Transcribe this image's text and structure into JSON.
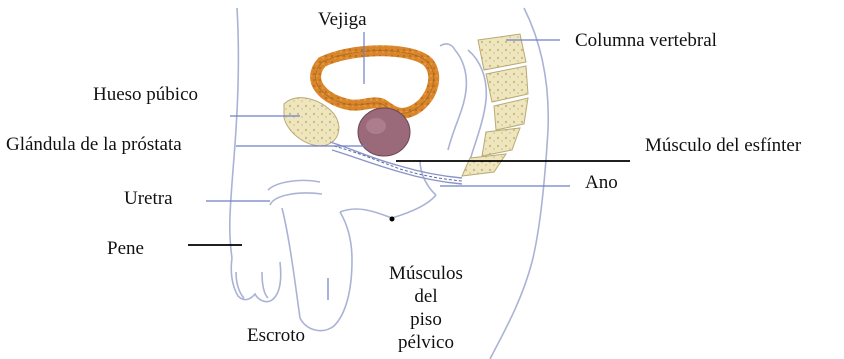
{
  "labels": {
    "bladder": "Vejiga",
    "spine": "Columna vertebral",
    "pubic_bone": "Hueso púbico",
    "prostate": "Glándula de la próstata",
    "sphincter": "Músculo del esfínter",
    "anus": "Ano",
    "urethra": "Uretra",
    "penis": "Pene",
    "pelvic_floor": [
      "Músculos",
      "del",
      "piso",
      "pélvico"
    ],
    "scrotum": "Escroto"
  },
  "colors": {
    "outline": "#aab3d6",
    "leader": "#6f7fc8",
    "bladder": "#d9852a",
    "bladder_edge": "#8a5a1c",
    "bone": "#efe6bd",
    "bone_edge": "#b8aa76",
    "prostate": "#9a6a7a",
    "black_leader": "#000000"
  }
}
